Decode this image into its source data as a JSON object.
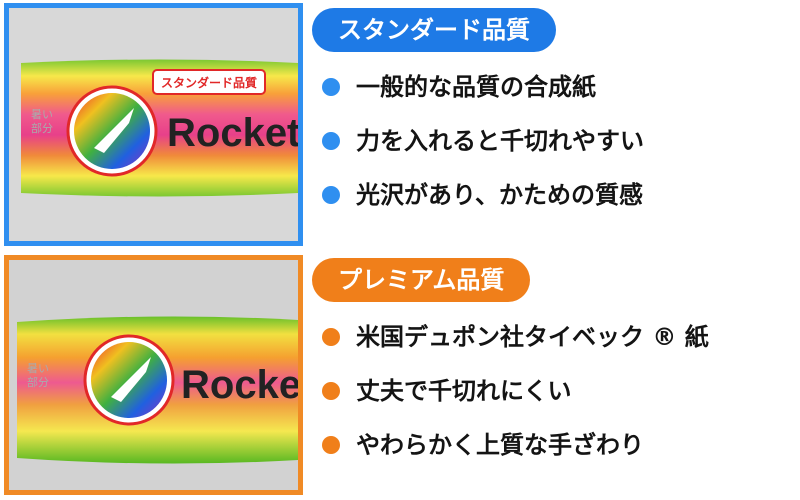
{
  "standard": {
    "heading": "スタンダード品質",
    "features": [
      "一般的な品質の合成紙",
      "力を入れると千切れやすい",
      "光沢があり、かための質感"
    ],
    "photo": {
      "badge": "スタンダード品質",
      "brand": "Rocket",
      "side_text": [
        "暑い",
        "部分"
      ]
    }
  },
  "premium": {
    "heading": "プレミアム品質",
    "features": [
      "米国デュポン社タイベック ® 紙",
      "丈夫で千切れにくい",
      "やわらかく上質な手ざわり"
    ],
    "photo": {
      "brand": "Rocket",
      "side_text": [
        "暑い",
        "部分"
      ]
    }
  },
  "colors": {
    "standard_accent": "#1e7ae6",
    "premium_accent": "#f07f1a",
    "badge_red": "#e12828"
  }
}
